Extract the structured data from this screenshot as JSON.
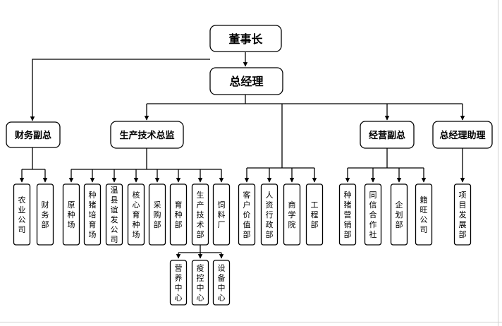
{
  "nodes": {
    "chairman": "董事长",
    "gm": "总经理",
    "finance_vp": "财务副总",
    "production_director": "生产技术总监",
    "business_vp": "经营副总",
    "gm_assistant": "总经理助理",
    "agri_company": "农业公司",
    "finance_dept": "财务部",
    "breeding_farm": "原种场",
    "pig_nursery": "种猪培育场",
    "wenxian_company": "温县谊发公司",
    "core_breeding": "核心育种场",
    "procurement": "采购部",
    "breeding_dept": "育种部",
    "prod_tech_dept": "生产技术部",
    "feed_factory": "饲料厂",
    "nutrition_center": "营养中心",
    "epidemic_center": "疫控中心",
    "equipment_center": "设备中心",
    "customer_value": "客户价值部",
    "hr_admin": "人资行政部",
    "business_school": "商学院",
    "engineering": "工程部",
    "pig_sales": "种猪营销部",
    "tongxin_coop": "同信合作社",
    "planning": "企划部",
    "jingwang_company": "籍旺公司",
    "project_dev": "项目发展部"
  },
  "colors": {
    "line": "#000000",
    "box_border": "#000000",
    "background": "#ffffff"
  }
}
